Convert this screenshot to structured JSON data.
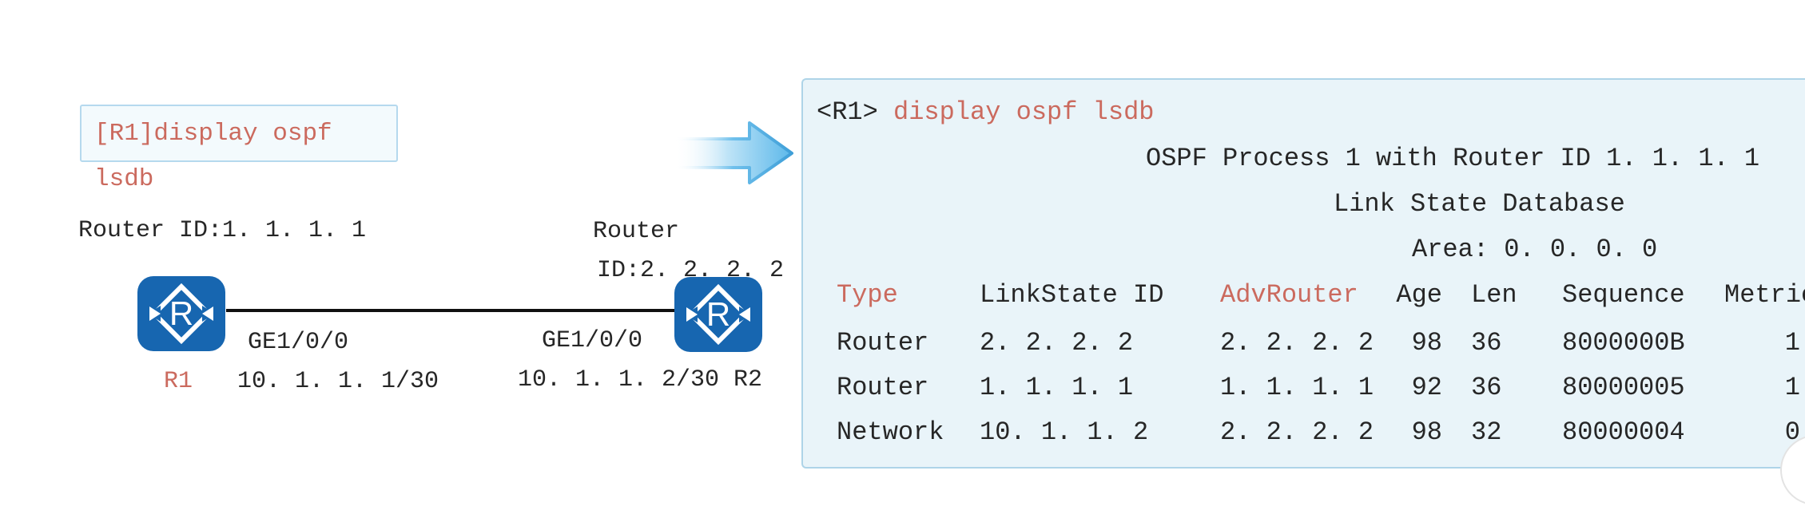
{
  "colors": {
    "accent_red": "#cb6a5e",
    "text_black": "#262626",
    "panel_bg": "#e9f4f9",
    "panel_border": "#aed4e8",
    "icon_blue": "#1766b0",
    "arrow_blue": "#5cb8ea",
    "link_line": "#111111"
  },
  "diagram": {
    "command_box": {
      "line1": "[R1]display ospf",
      "line2": "lsdb"
    },
    "left_router": {
      "id_label": "Router ID:1. 1. 1. 1",
      "name": "R1",
      "interface": "GE1/0/0",
      "ip": "10. 1. 1. 1/30"
    },
    "right_router": {
      "id_label_line1": "Router",
      "id_label_line2": "ID:2. 2. 2. 2",
      "interface": "GE1/0/0",
      "ip_and_name": "10. 1. 1. 2/30 R2"
    },
    "router_icon_letter": "R"
  },
  "console": {
    "prompt": "<R1>",
    "command": " display ospf lsdb",
    "process_line": "OSPF Process 1 with Router ID 1. 1. 1. 1",
    "db_line": "Link State Database",
    "area_line": "Area: 0. 0. 0. 0",
    "table": {
      "headers": {
        "type": "Type",
        "linkstate_id": "LinkState ID",
        "adv_router": "AdvRouter",
        "age": "Age",
        "len": "Len",
        "sequence": "Sequence",
        "metric": "Metric"
      },
      "rows": [
        [
          "Router",
          "2. 2. 2. 2",
          "2. 2. 2. 2",
          "98",
          "36",
          "8000000B",
          "1"
        ],
        [
          "Router",
          "1. 1. 1. 1",
          "1. 1. 1. 1",
          "92",
          "36",
          "80000005",
          "1"
        ],
        [
          "Network",
          "10. 1. 1. 2",
          "2. 2. 2. 2",
          "98",
          "32",
          "80000004",
          "0"
        ]
      ]
    }
  }
}
